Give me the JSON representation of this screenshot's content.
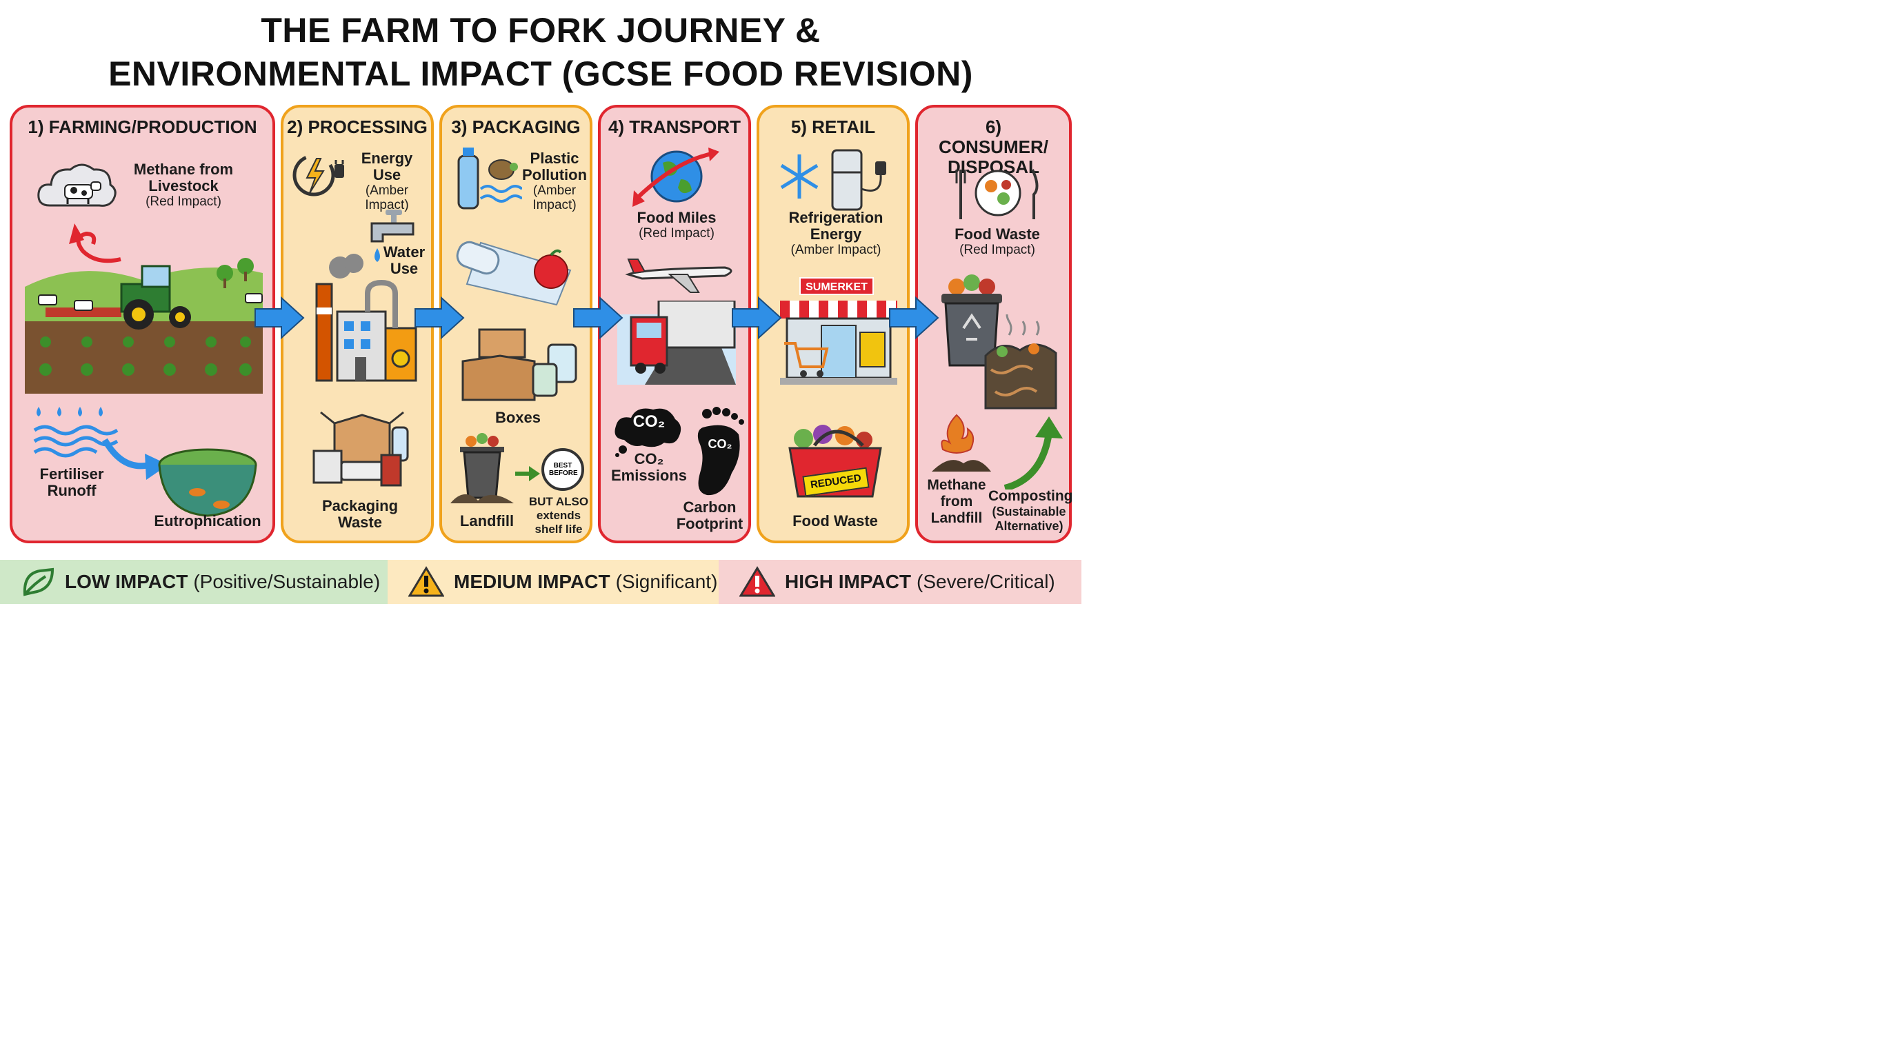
{
  "title": {
    "line1": "THE FARM TO FORK JOURNEY &",
    "line2": "ENVIRONMENTAL IMPACT (GCSE FOOD REVISION)"
  },
  "stages": [
    {
      "title": "1) FARMING/PRODUCTION",
      "impact": "red",
      "labels": {
        "methane_title": "Methane from Livestock",
        "methane_sub": "(Red Impact)",
        "runoff": "Fertiliser Runoff",
        "eutrophication": "Eutrophication"
      }
    },
    {
      "title": "2) PROCESSING",
      "impact": "amber",
      "labels": {
        "energy_title": "Energy Use",
        "energy_sub": "(Amber Impact)",
        "water": "Water Use",
        "waste": "Packaging Waste"
      }
    },
    {
      "title": "3) PACKAGING",
      "impact": "amber",
      "labels": {
        "plastic_title": "Plastic Pollution",
        "plastic_sub": "(Amber Impact)",
        "boxes": "Boxes",
        "landfill": "Landfill",
        "best_before": "BEST BEFORE",
        "shelf_life": "BUT ALSO extends shelf life"
      }
    },
    {
      "title": "4) TRANSPORT",
      "impact": "red",
      "labels": {
        "food_miles_title": "Food Miles",
        "food_miles_sub": "(Red Impact)",
        "co2_bubble": "CO₂",
        "co2_emissions": "CO₂ Emissions",
        "footprint_co2": "CO₂",
        "carbon_footprint": "Carbon Footprint"
      }
    },
    {
      "title": "5) RETAIL",
      "impact": "amber",
      "labels": {
        "refrig_title": "Refrigeration Energy",
        "refrig_sub": "(Amber Impact)",
        "store_sign": "SUMERKET",
        "reduced_tag": "REDUCED",
        "food_waste": "Food Waste"
      }
    },
    {
      "title": "6) CONSUMER/ DISPOSAL",
      "impact": "red",
      "labels": {
        "food_waste_title": "Food Waste",
        "food_waste_sub": "(Red Impact)",
        "methane_landfill": "Methane from Landfill",
        "composting_title": "Composting",
        "composting_sub": "(Sustainable Alternative)"
      }
    }
  ],
  "legend": [
    {
      "title": "LOW IMPACT",
      "paren": "(Positive/Sustainable)",
      "color": "#cfe8c8",
      "icon": "leaf-icon"
    },
    {
      "title": "MEDIUM IMPACT",
      "paren": "(Significant)",
      "color": "#fde9c0",
      "icon": "warning-amber-icon"
    },
    {
      "title": "HIGH IMPACT",
      "paren": "(Severe/Critical)",
      "color": "#f7d2d2",
      "icon": "warning-red-icon"
    }
  ],
  "colors": {
    "red_panel": "#f6cdd0",
    "red_border": "#e0262f",
    "amber_panel": "#fbe3b6",
    "amber_border": "#f0a21c",
    "arrow": "#2f8fe6"
  }
}
